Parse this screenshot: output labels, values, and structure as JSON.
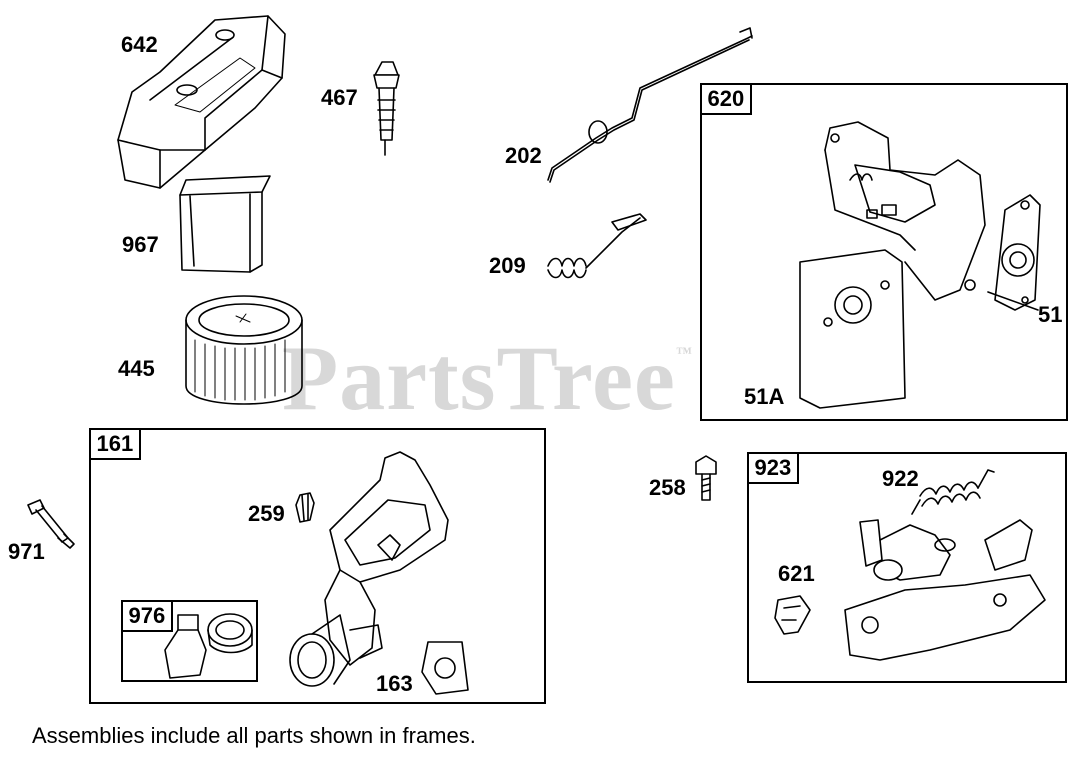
{
  "watermark": "PartsTree",
  "watermark_mark": "™",
  "part_labels": {
    "p642": "642",
    "p467": "467",
    "p202": "202",
    "p209": "209",
    "p967": "967",
    "p445": "445",
    "p51": "51",
    "p51a": "51A",
    "p259": "259",
    "p971": "971",
    "p258": "258",
    "p922": "922",
    "p621": "621",
    "p163": "163"
  },
  "frames": {
    "f620": "620",
    "f161": "161",
    "f976": "976",
    "f923": "923"
  },
  "note": "Assemblies include all parts shown in frames."
}
